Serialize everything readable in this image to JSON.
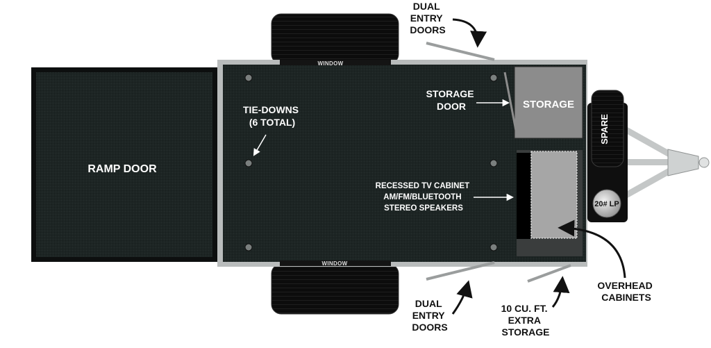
{
  "labels": {
    "dual_entry_top": [
      "DUAL",
      "ENTRY",
      "DOORS"
    ],
    "window_top": "WINDOW",
    "window_bottom": "WINDOW",
    "tie_downs": [
      "TIE-DOWNS",
      "(6 TOTAL)"
    ],
    "ramp_door": "RAMP DOOR",
    "storage_door": [
      "STORAGE",
      "DOOR"
    ],
    "storage": "STORAGE",
    "spare": "SPARE",
    "lp": "20# LP",
    "tv_cabinet": [
      "RECESSED TV CABINET",
      "AM/FM/BLUETOOTH",
      "STEREO SPEAKERS"
    ],
    "dual_entry_bottom": [
      "DUAL",
      "ENTRY",
      "DOORS"
    ],
    "extra_storage": [
      "10 CU. FT.",
      "EXTRA",
      "STORAGE"
    ],
    "overhead_cabinets": [
      "OVERHEAD",
      "CABINETS"
    ]
  },
  "colors": {
    "floor": "#1d2524",
    "ramp": "#232a29",
    "frame": "#b9bcbc",
    "tire": "#0c0c0c",
    "storage_box": "#8c8c8c",
    "cabinet": "#a6a6a6",
    "arrow": "#111111"
  }
}
